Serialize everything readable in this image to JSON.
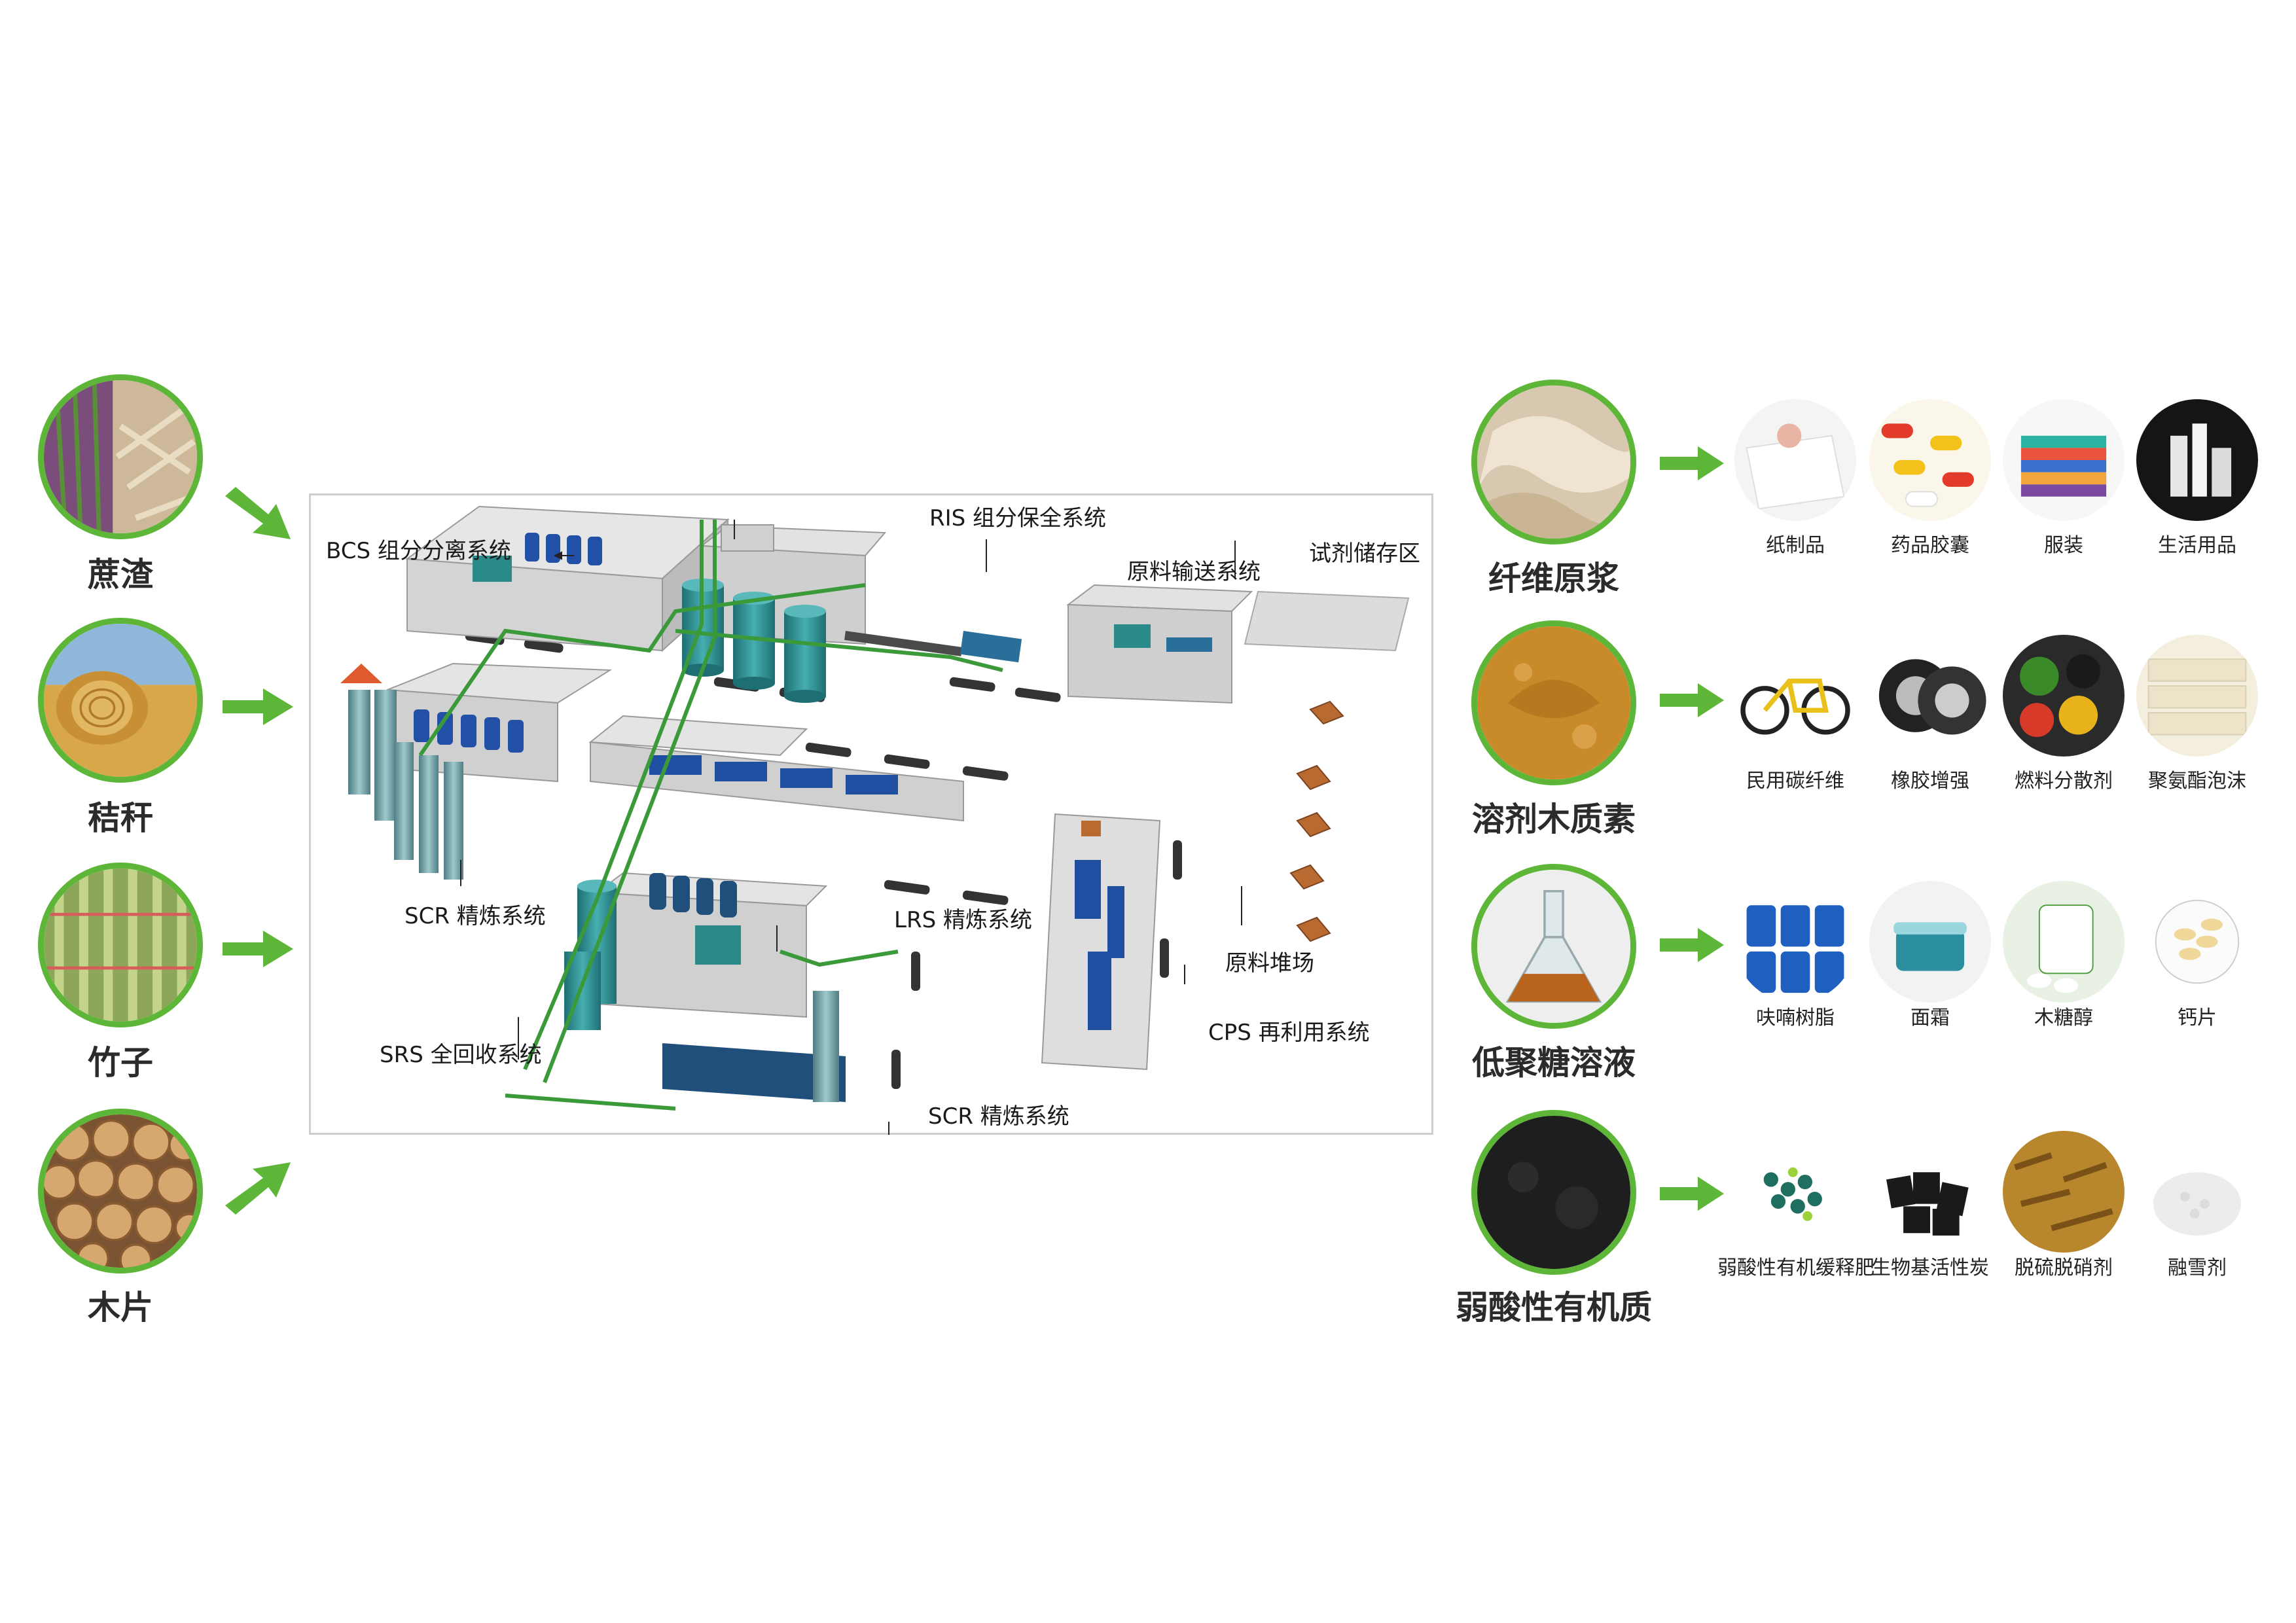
{
  "raw_materials": [
    {
      "label": "蔗渣"
    },
    {
      "label": "秸秆"
    },
    {
      "label": "竹子"
    },
    {
      "label": "木片"
    }
  ],
  "plant_labels": {
    "bcs": "BCS 组分分离系统",
    "ris": "RIS 组分保全系统",
    "feed": "原料输送系统",
    "reagent": "试剂储存区",
    "scr_left": "SCR 精炼系统",
    "lrs": "LRS 精炼系统",
    "srs": "SRS 全回收系统",
    "scr_bottom": "SCR 精炼系统",
    "cps": "CPS 再利用系统",
    "yard": "原料堆场"
  },
  "intermediates": [
    {
      "label": "纤维原浆",
      "products": [
        "纸制品",
        "药品胶囊",
        "服装",
        "生活用品"
      ]
    },
    {
      "label": "溶剂木质素",
      "products": [
        "民用碳纤维",
        "橡胶增强",
        "燃料分散剂",
        "聚氨酯泡沫"
      ]
    },
    {
      "label": "低聚糖溶液",
      "products": [
        "呋喃树脂",
        "面霜",
        "木糖醇",
        "钙片"
      ]
    },
    {
      "label": "弱酸性有机质",
      "products": [
        "弱酸性有机缓释肥",
        "生物基活性炭",
        "脱硫脱硝剂",
        "融雪剂"
      ]
    }
  ],
  "colors": {
    "accent_green": "#5db638",
    "pipe_green": "#3a9a3a",
    "tank_teal": "#2c8c8c",
    "equip_blue": "#1f4fa0"
  }
}
